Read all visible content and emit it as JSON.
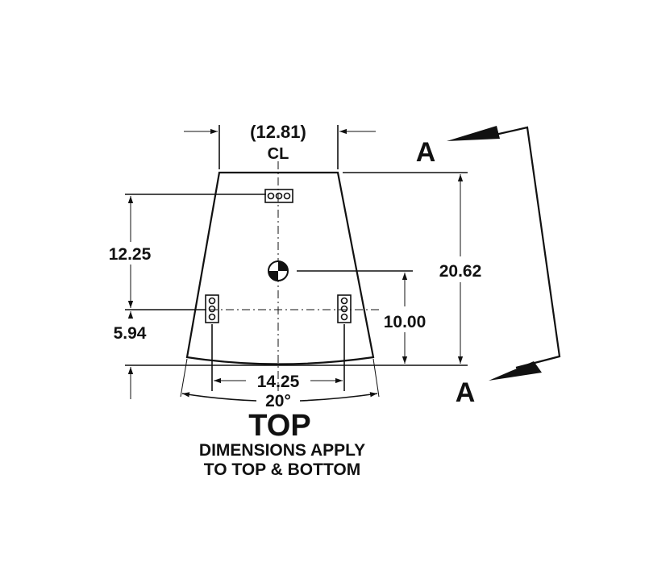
{
  "drawing": {
    "title": "TOP",
    "note_line1": "DIMENSIONS APPLY",
    "note_line2": "TO TOP & BOTTOM",
    "dimensions": {
      "top_width": "(12.81)",
      "centerline": "CL",
      "left_upper": "12.25",
      "left_lower": "5.94",
      "overall_height": "20.62",
      "cg_height": "10.00",
      "hole_spacing": "14.25",
      "angle": "20°"
    },
    "section_label_top": "A",
    "section_label_bottom": "A"
  }
}
